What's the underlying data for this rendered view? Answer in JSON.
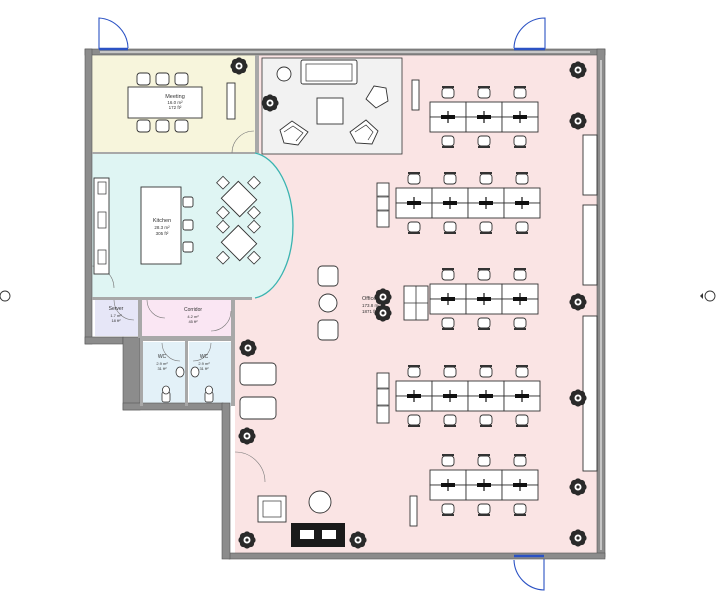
{
  "rooms": {
    "meeting": {
      "name": "Meeting",
      "area_m2": "16.0 m²",
      "area_ft2": "172 ft²",
      "color": "#f7f5dc"
    },
    "kitchen": {
      "name": "Kitchen",
      "area_m2": "28.3 m²",
      "area_ft2": "305 ft²",
      "color": "#dff5f3"
    },
    "server": {
      "name": "Server",
      "area_m2": "1.7 m²",
      "area_ft2": "18 ft²",
      "color": "#e6e6f7"
    },
    "corridor": {
      "name": "Corridor",
      "area_m2": "4.2 m²",
      "area_ft2": "45 ft²",
      "color": "#fae6f3"
    },
    "wc1": {
      "name": "WC",
      "area_m2": "2.9 m²",
      "area_ft2": "31 ft²",
      "color": "#e3f1f8"
    },
    "wc2": {
      "name": "WC",
      "area_m2": "2.9 m²",
      "area_ft2": "31 ft²",
      "color": "#e3f1f8"
    },
    "office": {
      "name": "Office",
      "area_m2": "173.8 m²",
      "area_ft2": "1871 ft²",
      "color": "#fae4e4"
    }
  },
  "colors": {
    "wall": "#8c8c8c",
    "door": "#2b52c4",
    "plant": "#2a2a2a",
    "lounge": "#f2f2f2"
  },
  "icons": [
    "plant-icon",
    "section-marker-icon",
    "desk-cluster",
    "chair"
  ]
}
